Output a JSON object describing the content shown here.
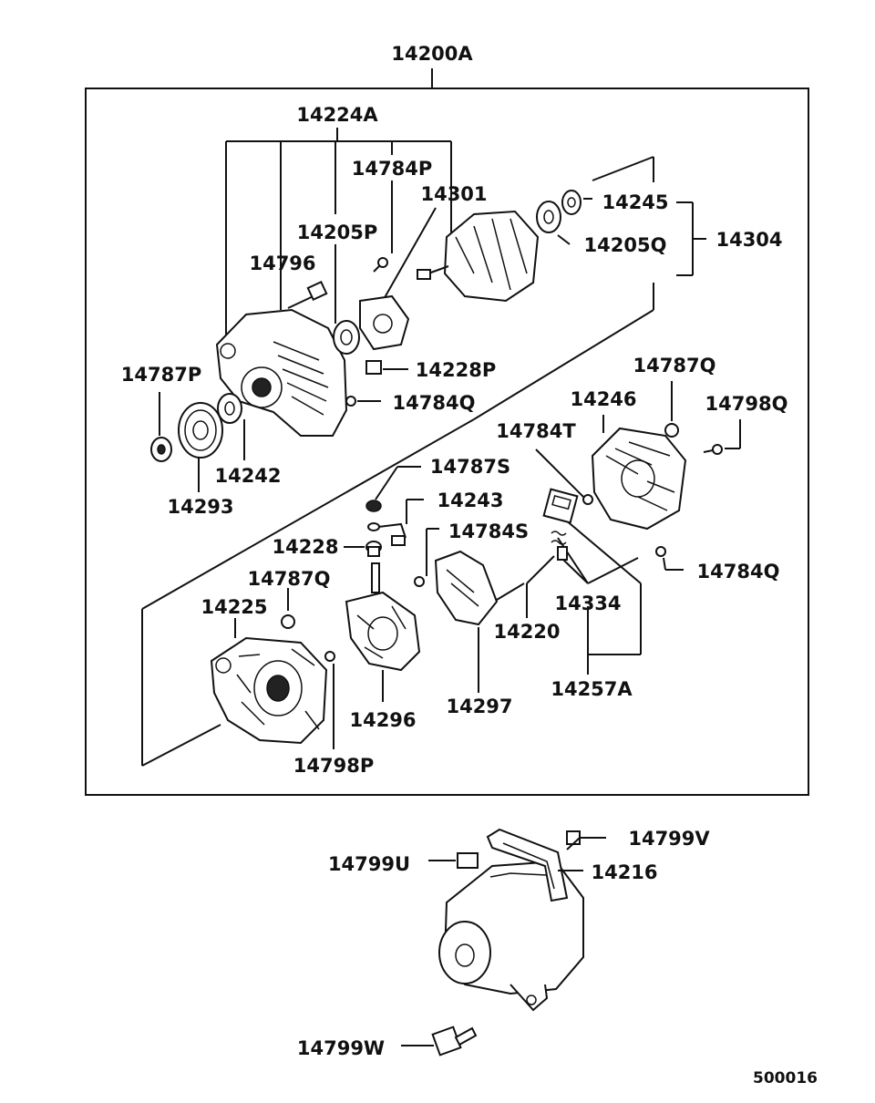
{
  "diagram": {
    "drawing_code": "500016",
    "assembly_label": "14200A",
    "labels": {
      "p14224A": "14224A",
      "p14784P": "14784P",
      "p14301": "14301",
      "p14205P": "14205P",
      "p14796": "14796",
      "p14245": "14245",
      "p14205Q": "14205Q",
      "p14304": "14304",
      "p14787P": "14787P",
      "p14228P": "14228P",
      "p14784Q_a": "14784Q",
      "p14242": "14242",
      "p14293": "14293",
      "p14787Q_a": "14787Q",
      "p14246": "14246",
      "p14798Q": "14798Q",
      "p14784T": "14784T",
      "p14787S": "14787S",
      "p14243": "14243",
      "p14228": "14228",
      "p14784S": "14784S",
      "p14784Q_b": "14784Q",
      "p14787Q_b": "14787Q",
      "p14225": "14225",
      "p14334": "14334",
      "p14220": "14220",
      "p14257A": "14257A",
      "p14296": "14296",
      "p14297": "14297",
      "p14798P": "14798P",
      "p14799V": "14799V",
      "p14799U": "14799U",
      "p14216": "14216",
      "p14799W": "14799W"
    }
  }
}
